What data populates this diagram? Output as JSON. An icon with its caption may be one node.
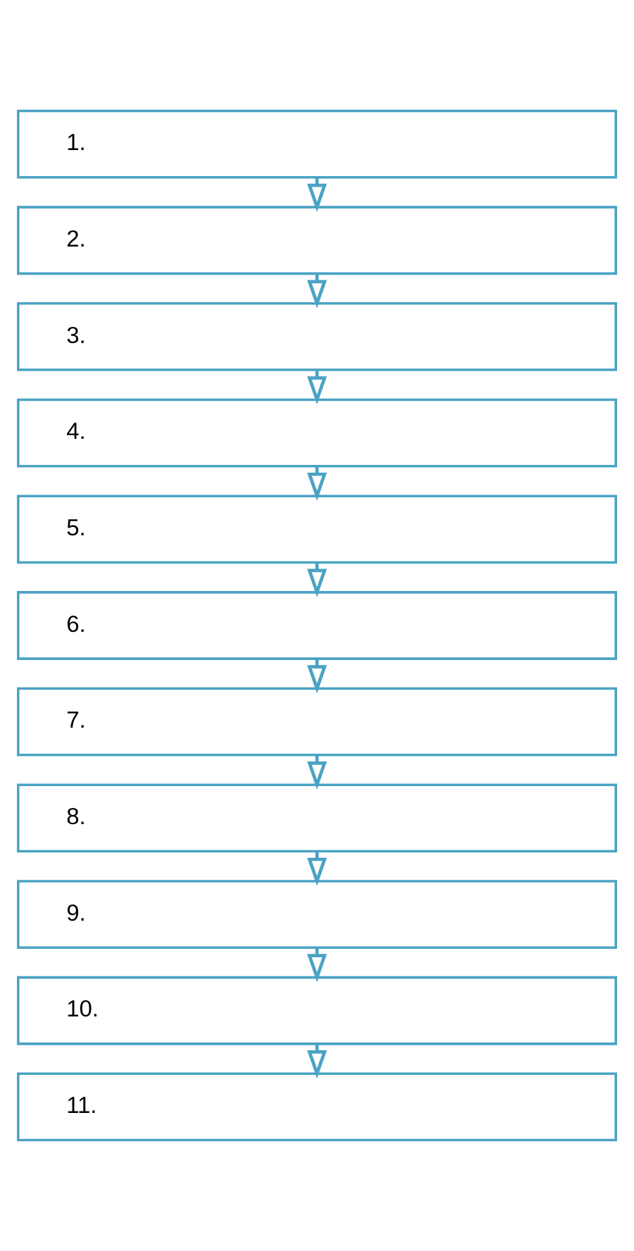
{
  "diagram": {
    "nodes": [
      {
        "text": [
          "1."
        ]
      },
      {
        "text": [
          "2."
        ]
      },
      {
        "text": [
          "3."
        ]
      },
      {
        "text": [
          "4."
        ]
      },
      {
        "text": [
          "5."
        ]
      },
      {
        "text": [
          "6."
        ]
      },
      {
        "text": [
          "7."
        ]
      },
      {
        "text": [
          "8."
        ]
      },
      {
        "text": [
          "9."
        ]
      },
      {
        "text": [
          "10."
        ]
      },
      {
        "text": [
          "11."
        ]
      }
    ],
    "edges": [
      {
        "from": 0,
        "to": 1,
        "arrow": "to"
      },
      {
        "from": 1,
        "to": 2,
        "arrow": "to"
      },
      {
        "from": 2,
        "to": 3,
        "arrow": "to"
      },
      {
        "from": 3,
        "to": 4,
        "arrow": "to"
      },
      {
        "from": 4,
        "to": 5,
        "arrow": "to"
      },
      {
        "from": 5,
        "to": 6,
        "arrow": "to"
      },
      {
        "from": 6,
        "to": 7,
        "arrow": "to"
      },
      {
        "from": 7,
        "to": 8,
        "arrow": "to"
      },
      {
        "from": 8,
        "to": 9,
        "arrow": "to"
      },
      {
        "from": 9,
        "to": 10,
        "arrow": "to"
      }
    ]
  }
}
